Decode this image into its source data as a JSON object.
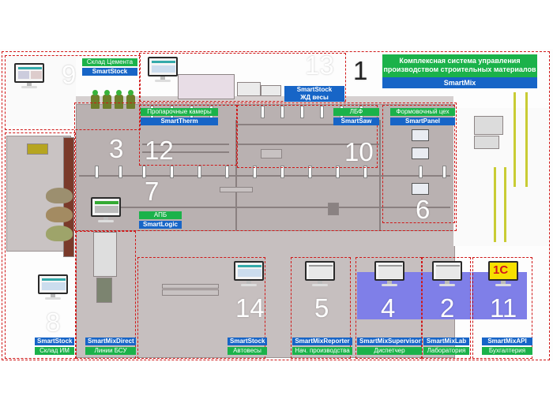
{
  "title": {
    "line1": "Комплексная система управления",
    "line2": "производством строительных материалов",
    "product": "SmartMix"
  },
  "zones": [
    {
      "id": "z1",
      "number": "1"
    },
    {
      "id": "z2",
      "number": "2",
      "product": "SmartMixLab",
      "caption": "Лаборатория"
    },
    {
      "id": "z3",
      "number": "3"
    },
    {
      "id": "z4",
      "number": "4",
      "product": "SmartMixSupervisor",
      "caption": "Диспетчер"
    },
    {
      "id": "z5",
      "number": "5",
      "product": "SmartMixReporter",
      "caption": "Нач. производства"
    },
    {
      "id": "z6",
      "number": "6",
      "caption": "Формовочный цех",
      "product": "SmartPanel"
    },
    {
      "id": "z7",
      "number": "7",
      "caption": "АПБ",
      "product": "SmartLogic"
    },
    {
      "id": "z8",
      "number": "8",
      "product": "SmartStock",
      "caption": "Склад ИМ"
    },
    {
      "id": "z9",
      "number": "9",
      "caption": "Склад Цемента",
      "product": "SmartStock"
    },
    {
      "id": "z10",
      "number": "10",
      "caption": "ЛБФ",
      "product": "SmartSaw"
    },
    {
      "id": "z11",
      "number": "11",
      "product": "SmartMixAPI",
      "caption": "Бухгалтерия"
    },
    {
      "id": "z12",
      "number": "12",
      "caption": "Пропарочные камеры",
      "product": "SmartTherm"
    },
    {
      "id": "z13",
      "number": "13",
      "product": "SmartStock",
      "caption": "ЖД весы"
    },
    {
      "id": "z14",
      "number": "14",
      "product": "SmartStock",
      "caption": "Автовесы"
    },
    {
      "id": "bsu",
      "product": "SmartMixDirect",
      "caption": "Линии БСУ"
    }
  ],
  "logo_1c": "1С",
  "colors": {
    "label_green": "#1bb24a",
    "label_blue": "#1765c7",
    "zone_border": "#d01818",
    "highlight": "#7f7fe8",
    "crane": "#c9cc34"
  },
  "icons": [
    "monitor-icon",
    "1c-logo-icon"
  ]
}
